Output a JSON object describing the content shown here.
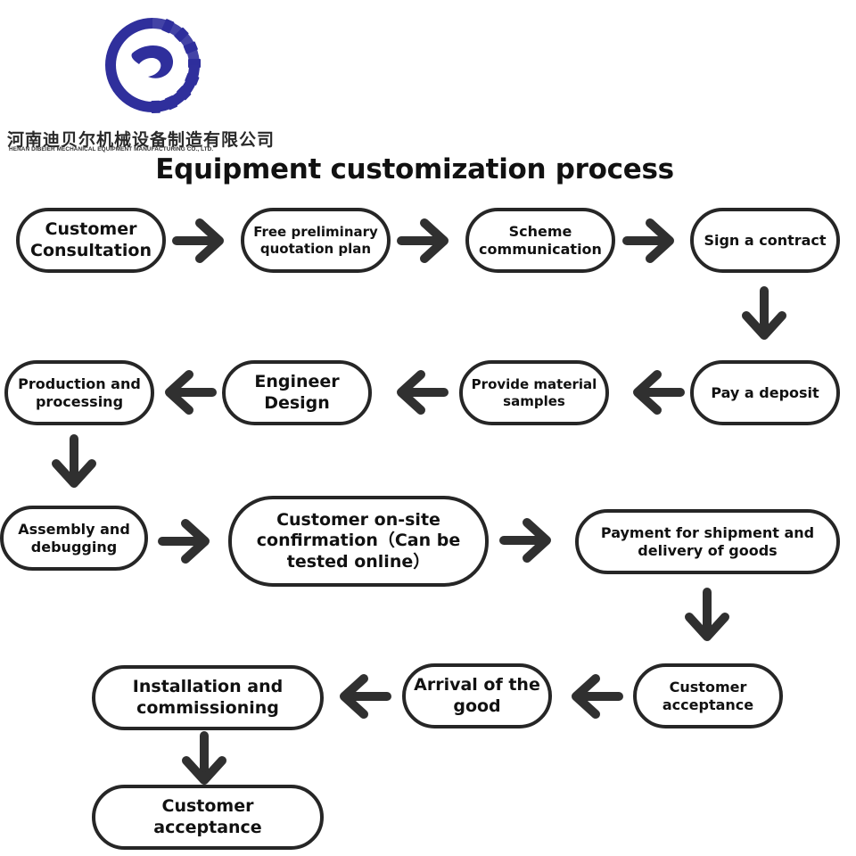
{
  "header": {
    "company_name_cn": "河南迪贝尔机械设备制造有限公司",
    "company_name_en": "HENAN DIBEIER MECHANICAL EQUIPMENT MANUFACTURING CO., LTD.",
    "logo_icon": "gear-logo-icon",
    "brand_color": "#2f2f9c"
  },
  "title": "Equipment customization process",
  "steps": [
    "Customer Consultation",
    "Free preliminary quotation plan",
    "Scheme communication",
    "Sign a contract",
    "Pay a deposit",
    "Provide material samples",
    "Engineer Design",
    "Production and processing",
    "Assembly and debugging",
    "Customer on-site confirmation（Can be tested online）",
    "Payment for shipment and delivery of goods",
    "Customer acceptance",
    "Arrival of the good",
    "Installation and commissioning",
    "Customer acceptance"
  ],
  "colors": {
    "stroke": "#262626",
    "text": "#111111",
    "background": "#ffffff"
  }
}
